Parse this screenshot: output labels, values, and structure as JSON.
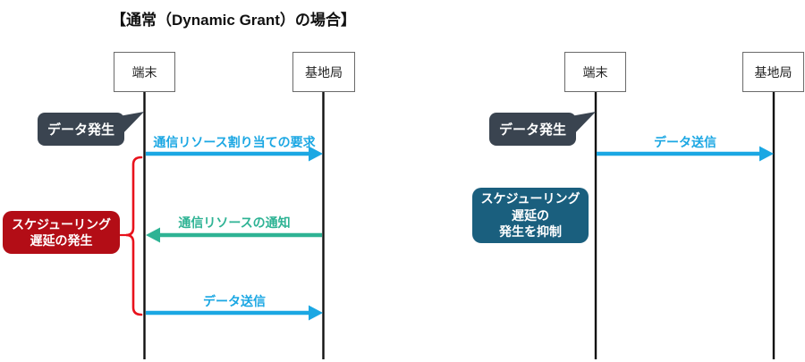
{
  "title": "【通常（Dynamic Grant）の場合】",
  "colors": {
    "message_blue": "#1BA7E3",
    "message_teal": "#2EB394",
    "event_bubble_bg": "#3A4450",
    "delay_note_bg": "#B30D16",
    "delay_bracket_red": "#E8121C",
    "suppress_note_bg": "#1A5F7E",
    "lifeline": "#111111"
  },
  "left_diagram": {
    "actors": [
      {
        "label": "端末"
      },
      {
        "label": "基地局"
      }
    ],
    "event_label": "データ発生",
    "messages": [
      {
        "label": "通信リソース割り当ての要求",
        "from": "端末",
        "to": "基地局",
        "color": "blue"
      },
      {
        "label": "通信リソースの通知",
        "from": "基地局",
        "to": "端末",
        "color": "teal"
      },
      {
        "label": "データ送信",
        "from": "端末",
        "to": "基地局",
        "color": "blue"
      }
    ],
    "delay_note_lines": [
      "スケジューリング",
      "遅延の発生"
    ]
  },
  "right_diagram": {
    "actors": [
      {
        "label": "端末"
      },
      {
        "label": "基地局"
      }
    ],
    "event_label": "データ発生",
    "messages": [
      {
        "label": "データ送信",
        "from": "端末",
        "to": "基地局",
        "color": "blue"
      }
    ],
    "suppress_note_lines": [
      "スケジューリング",
      "遅延の",
      "発生を抑制"
    ]
  }
}
